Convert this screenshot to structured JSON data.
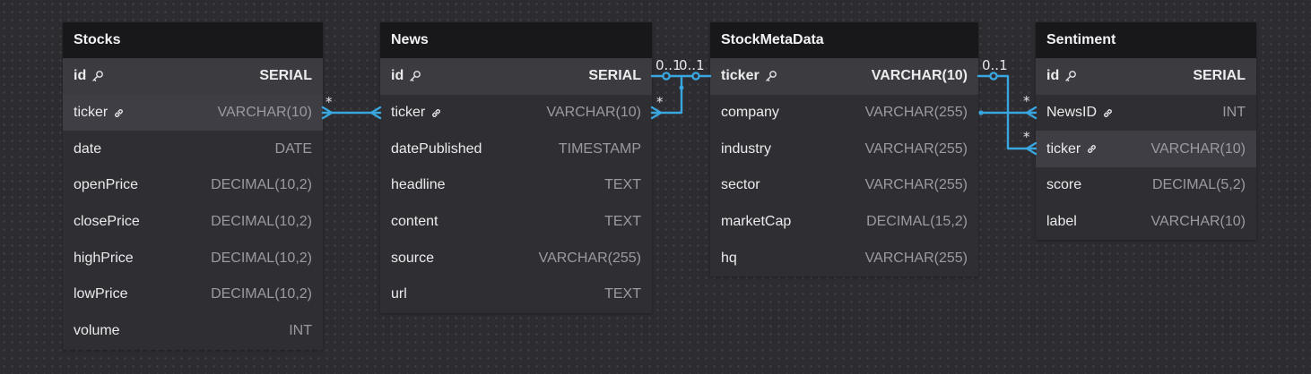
{
  "tables": [
    {
      "name": "Stocks",
      "fields": [
        {
          "name": "id",
          "type": "SERIAL"
        },
        {
          "name": "ticker",
          "type": "VARCHAR(10)"
        },
        {
          "name": "date",
          "type": "DATE"
        },
        {
          "name": "openPrice",
          "type": "DECIMAL(10,2)"
        },
        {
          "name": "closePrice",
          "type": "DECIMAL(10,2)"
        },
        {
          "name": "highPrice",
          "type": "DECIMAL(10,2)"
        },
        {
          "name": "lowPrice",
          "type": "DECIMAL(10,2)"
        },
        {
          "name": "volume",
          "type": "INT"
        }
      ]
    },
    {
      "name": "News",
      "fields": [
        {
          "name": "id",
          "type": "SERIAL"
        },
        {
          "name": "ticker",
          "type": "VARCHAR(10)"
        },
        {
          "name": "datePublished",
          "type": "TIMESTAMP"
        },
        {
          "name": "headline",
          "type": "TEXT"
        },
        {
          "name": "content",
          "type": "TEXT"
        },
        {
          "name": "source",
          "type": "VARCHAR(255)"
        },
        {
          "name": "url",
          "type": "TEXT"
        }
      ]
    },
    {
      "name": "StockMetaData",
      "fields": [
        {
          "name": "ticker",
          "type": "VARCHAR(10)"
        },
        {
          "name": "company",
          "type": "VARCHAR(255)"
        },
        {
          "name": "industry",
          "type": "VARCHAR(255)"
        },
        {
          "name": "sector",
          "type": "VARCHAR(255)"
        },
        {
          "name": "marketCap",
          "type": "DECIMAL(15,2)"
        },
        {
          "name": "hq",
          "type": "VARCHAR(255)"
        }
      ]
    },
    {
      "name": "Sentiment",
      "fields": [
        {
          "name": "id",
          "type": "SERIAL"
        },
        {
          "name": "NewsID",
          "type": "INT"
        },
        {
          "name": "ticker",
          "type": "VARCHAR(10)"
        },
        {
          "name": "score",
          "type": "DECIMAL(5,2)"
        },
        {
          "name": "label",
          "type": "VARCHAR(10)"
        }
      ]
    }
  ],
  "relationships": [
    {
      "from": "Stocks.ticker",
      "to": "News.ticker",
      "from_cardinality": "*",
      "to_cardinality": "*"
    },
    {
      "from": "News.id",
      "to": "StockMetaData.ticker",
      "from_cardinality": "0..1",
      "to_cardinality": "0..1"
    },
    {
      "from": "News.ticker",
      "to": "StockMetaData.ticker",
      "from_cardinality": "*",
      "to_cardinality": ""
    },
    {
      "from": "StockMetaData.ticker",
      "to": "Sentiment.NewsID",
      "from_cardinality": "0..1",
      "to_cardinality": "*"
    },
    {
      "from": "StockMetaData.company",
      "to": "Sentiment.ticker",
      "from_cardinality": "",
      "to_cardinality": "*"
    }
  ],
  "colors": {
    "background": "#2d2d31",
    "header": "#18181a",
    "table_body": "#2f2f33",
    "relationship_line": "#3aa6e0",
    "type_text": "#9a9aa0"
  },
  "icons": {
    "primary_key": "key-icon",
    "foreign_key": "link-icon"
  }
}
